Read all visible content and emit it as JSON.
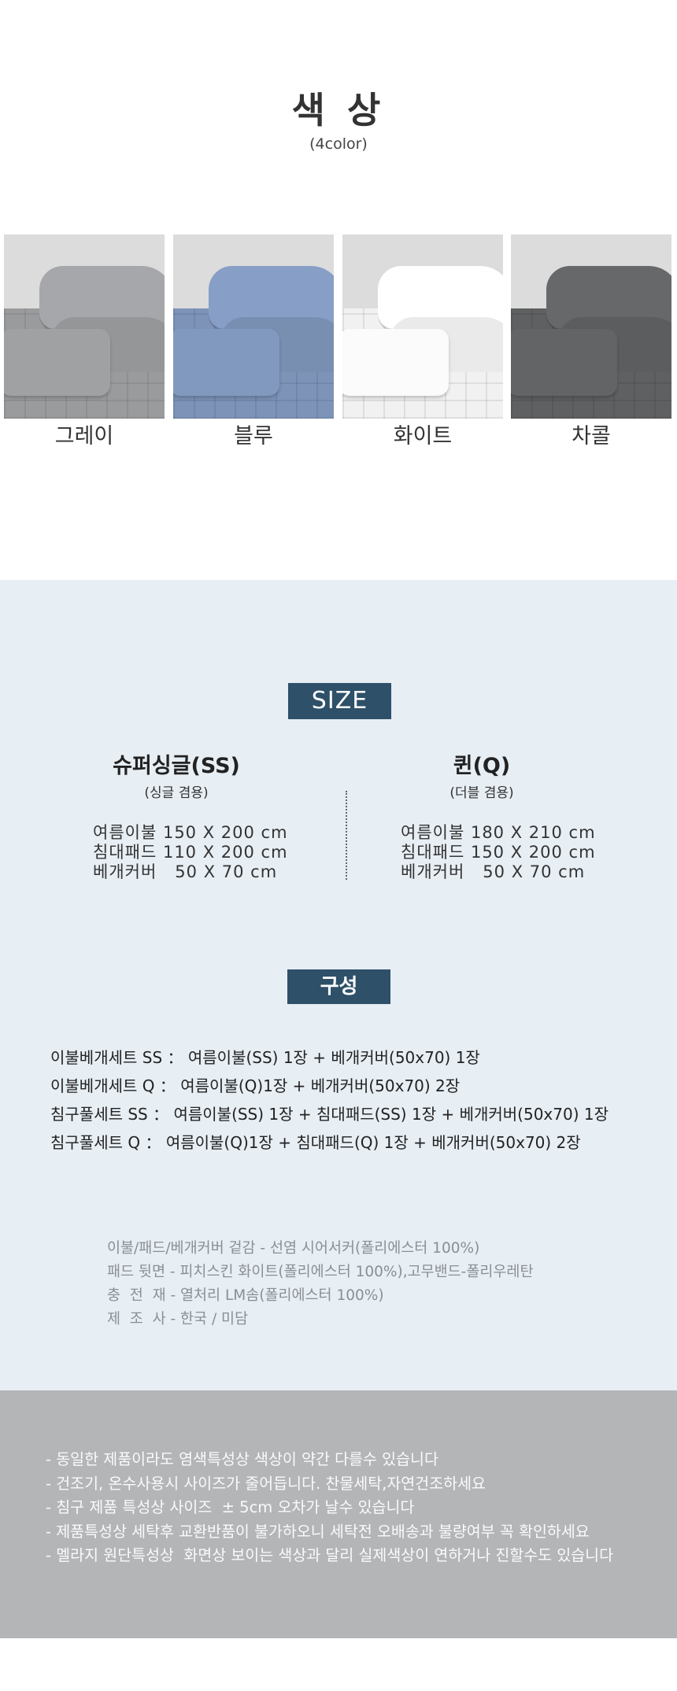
{
  "header": {
    "title": "색 상",
    "subtitle": "(4color)"
  },
  "colors": [
    {
      "label": "그레이",
      "swatch": "#9a9b9d"
    },
    {
      "label": "블루",
      "swatch": "#7d93b8"
    },
    {
      "label": "화이트",
      "swatch": "#f1f1f1"
    },
    {
      "label": "차콜",
      "swatch": "#5f6062"
    }
  ],
  "size": {
    "heading": "SIZE",
    "ss": {
      "name": "슈퍼싱글(SS)",
      "sub": "(싱글 겸용)",
      "rows": [
        "여름이불 150 X 200 cm",
        "침대패드 110 X 200 cm",
        "베개커버   50 X 70 cm"
      ]
    },
    "q": {
      "name": "퀸(Q)",
      "sub": "(더블 겸용)",
      "rows": [
        "여름이불 180 X 210 cm",
        "침대패드 150 X 200 cm",
        "베개커버   50 X 70 cm"
      ]
    }
  },
  "composition": {
    "heading": "구성",
    "items": [
      "이불베개세트 SS ： 여름이불(SS) 1장 + 베개커버(50x70) 1장",
      "이불베개세트 Q ： 여름이불(Q)1장 + 베개커버(50x70) 2장",
      "침구풀세트 SS ： 여름이불(SS) 1장 + 침대패드(SS) 1장 + 베개커버(50x70) 1장",
      "침구풀세트 Q ： 여름이불(Q)1장 + 침대패드(Q) 1장 + 베개커버(50x70) 2장"
    ],
    "materials": [
      "이불/패드/베개커버 겉감 - 선염 시어서커(폴리에스터 100%)",
      "패드 뒷면 - 피치스킨 화이트(폴리에스터 100%),고무밴드-폴리우레탄",
      "충  전  재 - 열처리 LM솜(폴리에스터 100%)",
      "제  조  사 - 한국 / 미담"
    ]
  },
  "notices": [
    "- 동일한 제품이라도 염색특성상 색상이 약간 다를수 있습니다",
    "- 건조기, 온수사용시 사이즈가 줄어듭니다. 찬물세탁,자연건조하세요",
    "- 침구 제품 특성상 사이즈  ± 5cm 오차가 날수 있습니다",
    "- 제품특성상 세탁후 교환반품이 불가하오니 세탁전 오배송과 불량여부 꼭 확인하세요",
    "- 멜라지 원단특성상  화면상 보이는 색상과 달리 실제색상이 연하거나 진할수도 있습니다"
  ],
  "theme": {
    "accent": "#2e5069",
    "panel": "#e7eef4",
    "notice_bg": "#b4b5b7"
  }
}
